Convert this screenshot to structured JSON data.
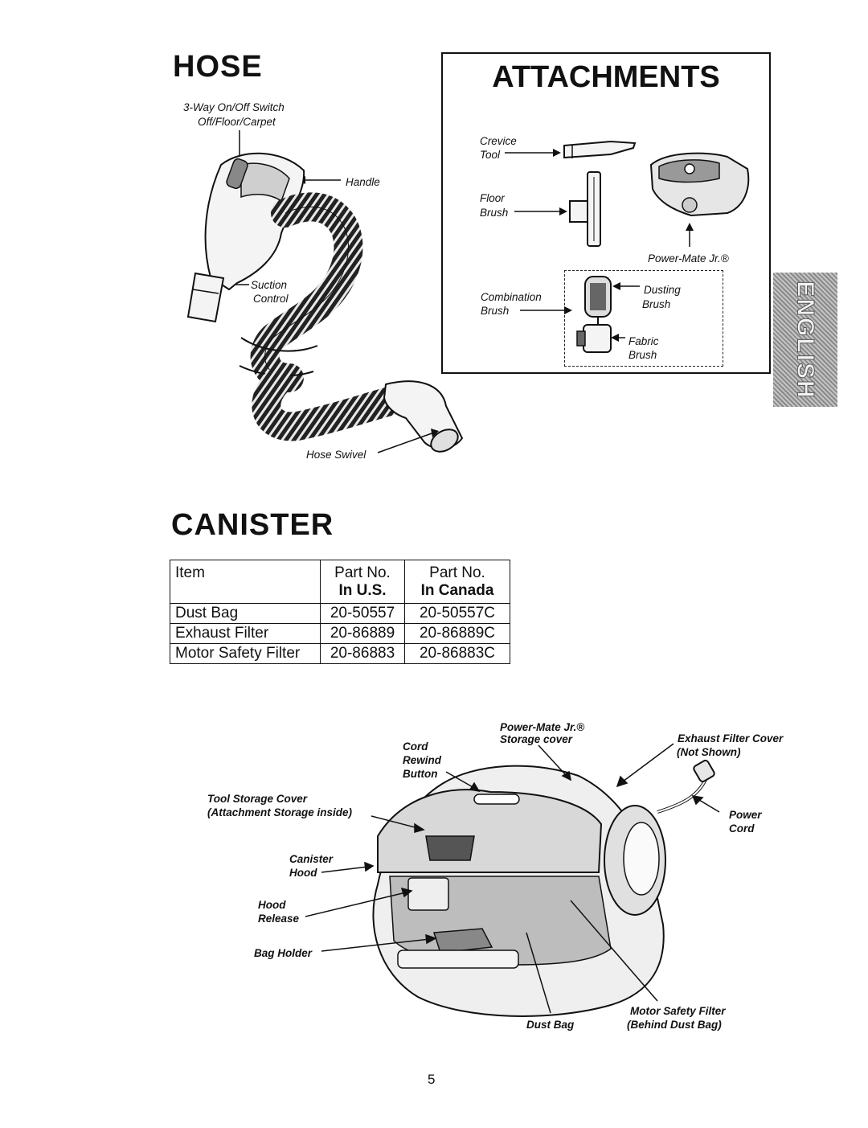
{
  "hose": {
    "title": "HOSE",
    "labels": {
      "switch_line1": "3-Way On/Off Switch",
      "switch_line2": "Off/Floor/Carpet",
      "handle": "Handle",
      "suction_line1": "Suction",
      "suction_line2": "Control",
      "swivel": "Hose Swivel"
    }
  },
  "attachments": {
    "title": "ATTACHMENTS",
    "labels": {
      "crevice_line1": "Crevice",
      "crevice_line2": "Tool",
      "floor_line1": "Floor",
      "floor_line2": "Brush",
      "powermate": "Power-Mate Jr.®",
      "combination_line1": "Combination",
      "combination_line2": "Brush",
      "dusting_line1": "Dusting",
      "dusting_line2": "Brush",
      "fabric_line1": "Fabric",
      "fabric_line2": "Brush"
    }
  },
  "side_tab": "ENGLISH",
  "canister": {
    "title": "CANISTER",
    "table": {
      "headers": {
        "item": "Item",
        "us_line1": "Part No.",
        "us_line2": "In U.S.",
        "ca_line1": "Part No.",
        "ca_line2": "In Canada"
      },
      "rows": [
        {
          "item": "Dust Bag",
          "us": "20-50557",
          "ca": "20-50557C"
        },
        {
          "item": "Exhaust Filter",
          "us": "20-86889",
          "ca": "20-86889C"
        },
        {
          "item": "Motor Safety Filter",
          "us": "20-86883",
          "ca": "20-86883C"
        }
      ]
    },
    "labels": {
      "pm_line1": "Power-Mate Jr.®",
      "pm_line2": "Storage cover",
      "cord_line1": "Cord",
      "cord_line2": "Rewind",
      "cord_line3": "Button",
      "exhaust_line1": "Exhaust Filter Cover",
      "exhaust_line2": "(Not Shown)",
      "tool_line1": "Tool Storage Cover",
      "tool_line2": "(Attachment Storage inside)",
      "power_line1": "Power",
      "power_line2": "Cord",
      "hood_line1": "Canister",
      "hood_line2": "Hood",
      "release_line1": "Hood",
      "release_line2": "Release",
      "bag_holder": "Bag Holder",
      "motor_line1": "Motor Safety Filter",
      "motor_line2": "(Behind Dust Bag)",
      "dust_bag": "Dust Bag"
    }
  },
  "page_number": "5"
}
